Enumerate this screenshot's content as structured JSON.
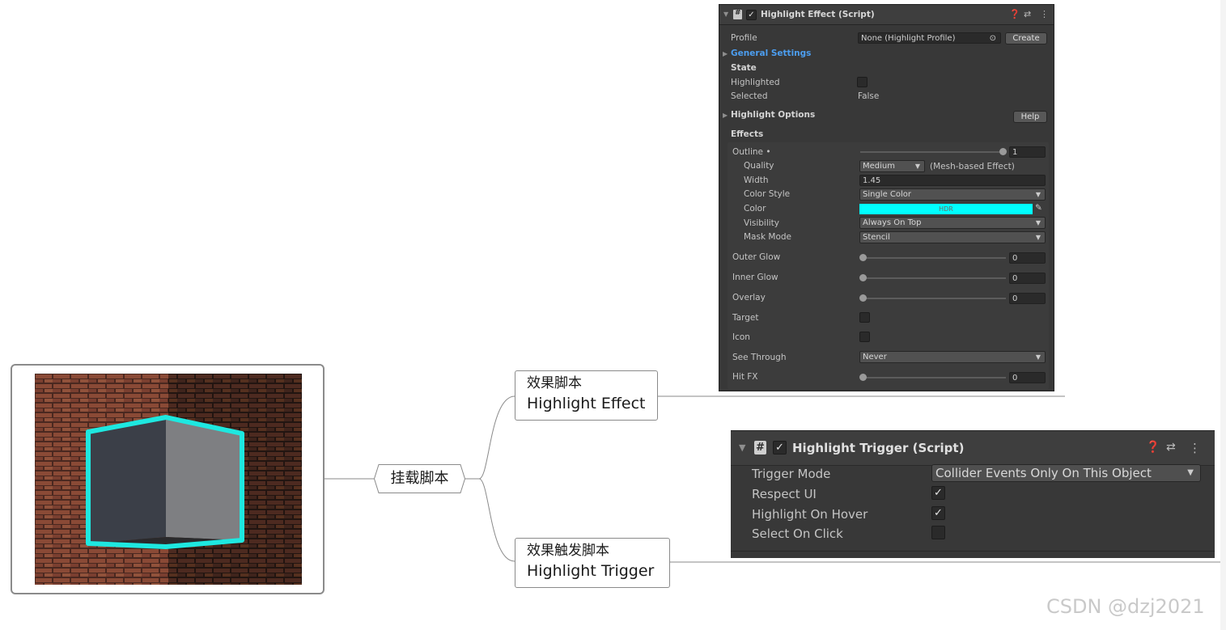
{
  "mindmap": {
    "center_label": "挂载脚本",
    "effect_node": {
      "zh": "效果脚本",
      "en": "Highlight Effect"
    },
    "trigger_node": {
      "zh": "效果触发脚本",
      "en": "Highlight Trigger"
    }
  },
  "effect_inspector": {
    "title": "Highlight Effect (Script)",
    "profile_label": "Profile",
    "profile_value": "None (Highlight Profile)",
    "create_button": "Create",
    "general_settings": "General Settings",
    "state_header": "State",
    "highlighted_label": "Highlighted",
    "selected_label": "Selected",
    "selected_value": "False",
    "highlight_options": "Highlight Options",
    "help_button": "Help",
    "effects_header": "Effects",
    "outline": {
      "label": "Outline •",
      "value": "1",
      "slider_level": 1.0,
      "quality_label": "Quality",
      "quality_value": "Medium",
      "quality_note": "(Mesh-based Effect)",
      "width_label": "Width",
      "width_value": "1.45",
      "color_style_label": "Color Style",
      "color_style_value": "Single Color",
      "color_label": "Color",
      "color_hex": "#00ffff",
      "color_tag": "HDR",
      "visibility_label": "Visibility",
      "visibility_value": "Always On Top",
      "mask_mode_label": "Mask Mode",
      "mask_mode_value": "Stencil"
    },
    "outer_glow": {
      "label": "Outer Glow",
      "value": "0",
      "slider_level": 0
    },
    "inner_glow": {
      "label": "Inner Glow",
      "value": "0",
      "slider_level": 0
    },
    "overlay": {
      "label": "Overlay",
      "value": "0",
      "slider_level": 0
    },
    "target_label": "Target",
    "icon_label": "Icon",
    "see_through": {
      "label": "See Through",
      "value": "Never"
    },
    "hit_fx": {
      "label": "Hit FX",
      "value": "0",
      "slider_level": 0
    }
  },
  "trigger_inspector": {
    "title": "Highlight Trigger (Script)",
    "trigger_mode_label": "Trigger Mode",
    "trigger_mode_value": "Collider Events Only On This Object",
    "respect_ui_label": "Respect UI",
    "respect_ui_checked": true,
    "highlight_on_hover_label": "Highlight On Hover",
    "highlight_on_hover_checked": true,
    "select_on_click_label": "Select On Click",
    "select_on_click_checked": false
  },
  "watermark": "CSDN @dzj2021",
  "colors": {
    "outline_cyan": "#1ee8e0",
    "panel_bg": "#383838",
    "link_blue": "#4c9ef0"
  },
  "icons": [
    "script-icon",
    "help-icon",
    "preset-icon",
    "kebab-menu-icon",
    "checkmark-icon",
    "dropdown-arrow-icon",
    "object-picker-icon",
    "eyedropper-icon",
    "foldout-arrow-icon"
  ]
}
